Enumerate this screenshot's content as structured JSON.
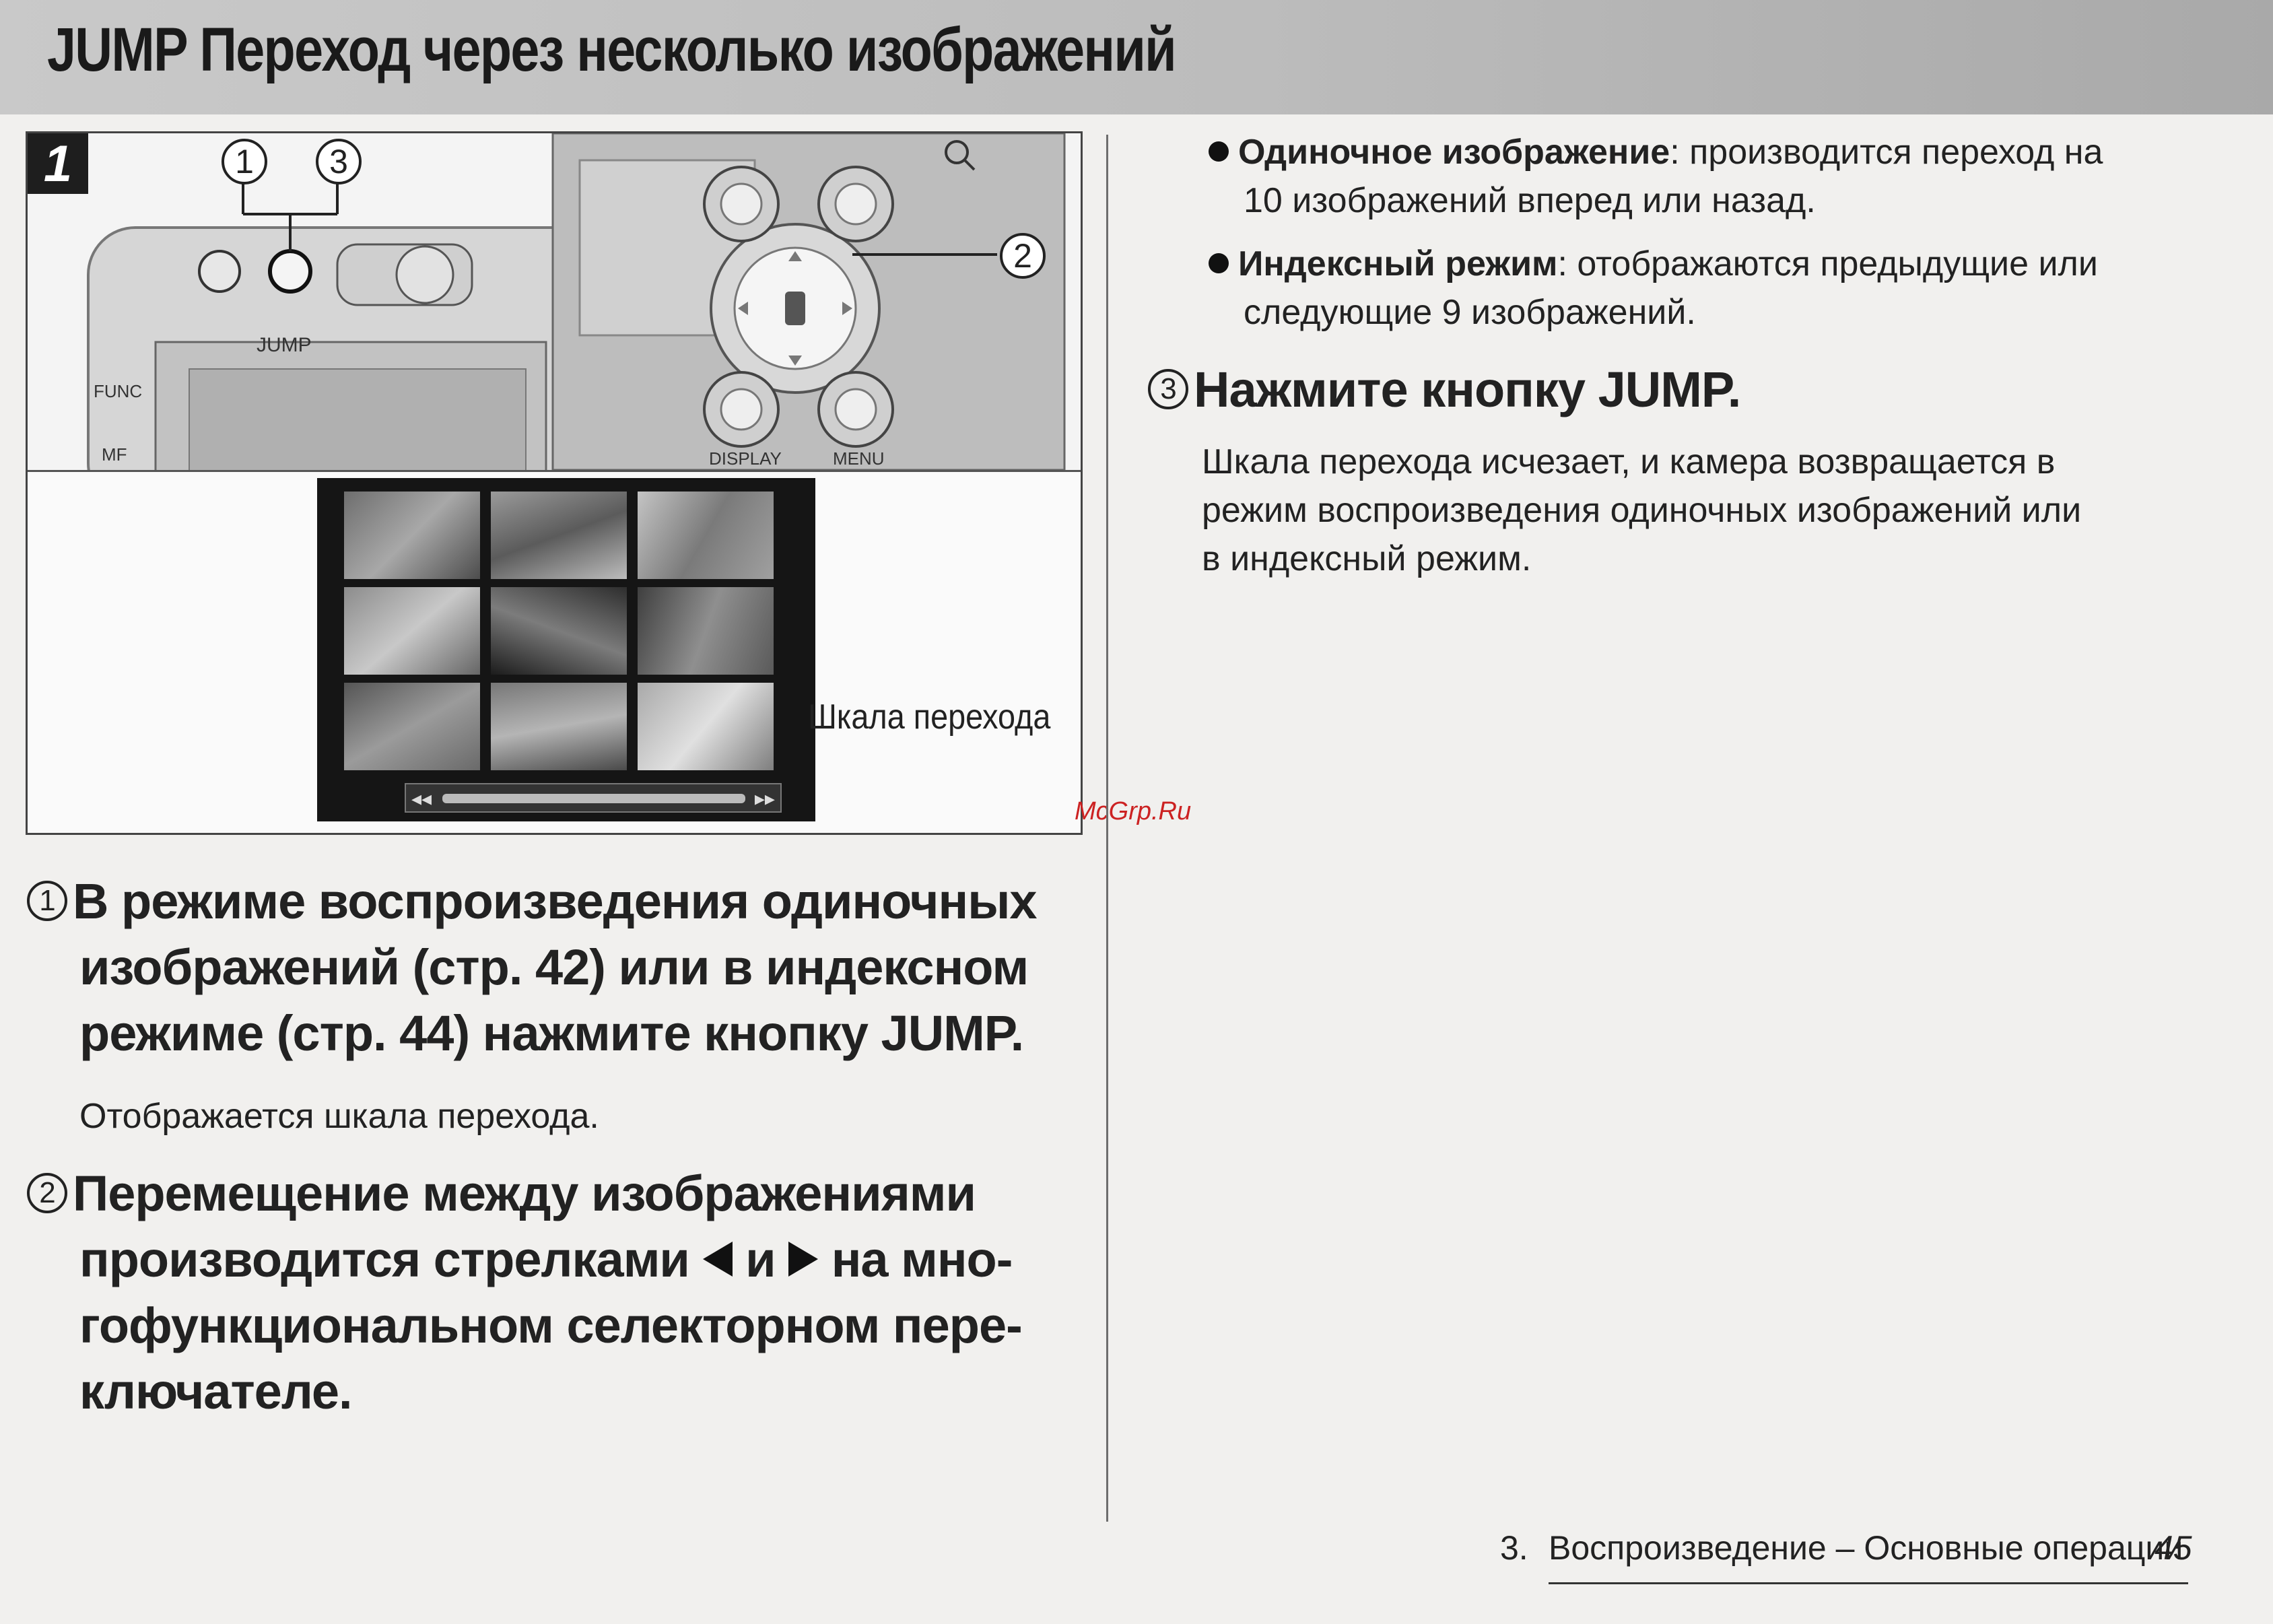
{
  "header": {
    "title": "JUMP Переход через несколько изображений",
    "band_color": "#bdbdbd"
  },
  "figure": {
    "step_number": "1",
    "callouts": [
      "1",
      "3",
      "2"
    ],
    "camera_labels": {
      "jump": "JUMP",
      "func": "FUNC",
      "mf": "MF",
      "display": "DISPLAY",
      "menu": "MENU"
    },
    "caption": "Шкала перехода",
    "scale_bar_arrows": [
      "◂◂",
      "▸▸"
    ]
  },
  "left_column": {
    "step1": {
      "num": "1",
      "lines": [
        "В режиме воспроизведения одиночных",
        "изображений (стр. 42) или в индексном",
        "режиме (стр. 44) нажмите кнопку JUMP."
      ],
      "note": "Отображается шкала перехода."
    },
    "step2": {
      "num": "2",
      "line1": "Перемещение между изображениями",
      "line2_a": "производится стрелками",
      "line2_and": "и",
      "line2_b": "на мно-",
      "line3": "гофункциональном селекторном пере-",
      "line4": "ключателе."
    }
  },
  "right_column": {
    "bullets": [
      {
        "bold": "Одиночное изображение",
        "rest": ": производится переход на",
        "cont": "10 изображений вперед или назад."
      },
      {
        "bold": "Индексный режим",
        "rest": ": отображаются предыдущие или",
        "cont": "следующие 9 изображений."
      }
    ],
    "step3": {
      "num": "3",
      "title": "Нажмите кнопку JUMP.",
      "body": [
        "Шкала перехода исчезает, и камера возвращается в",
        "режим воспроизведения одиночных изображений или",
        "в индексный режим."
      ]
    }
  },
  "watermark": "McGrp.Ru",
  "footer": {
    "chapter": "3.",
    "section": "Воспроизведение – Основные операции",
    "page": "45"
  }
}
